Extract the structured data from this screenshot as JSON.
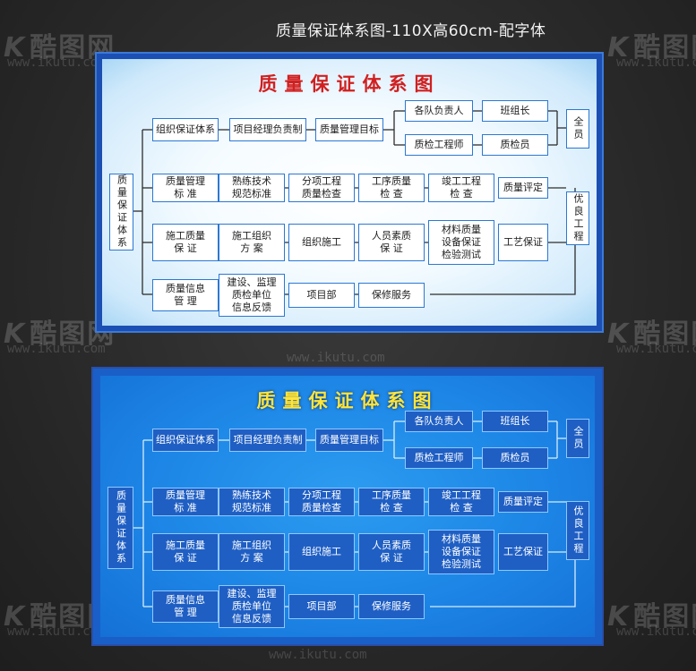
{
  "header": "质量保证体系图-110X高60cm-配字体",
  "watermark": {
    "brand": "酷图网",
    "url": "www.ikutu.com",
    "logo": "K"
  },
  "diagram": {
    "title": "质量保证体系图",
    "root": "质量保证体系",
    "row1": [
      "组织保证体系",
      "项目经理负责制",
      "质量管理目标"
    ],
    "row1_right_top": [
      "各队负责人",
      "班组长"
    ],
    "row1_right_bottom": [
      "质检工程师",
      "质检员"
    ],
    "full_staff": "全员",
    "row2": [
      "质量管理\n标    准",
      "熟练技术\n规范标准",
      "分项工程\n质量检查",
      "工序质量\n检    查",
      "竣工工程\n检    查",
      "质量评定"
    ],
    "row3": [
      "施工质量\n保    证",
      "施工组织\n方    案",
      "组织施工",
      "人员素质\n保    证",
      "材料质量\n设备保证\n检验测试",
      "工艺保证"
    ],
    "row4": [
      "质量信息\n管    理",
      "建设、监理\n质检单位\n信息反馈",
      "项目部",
      "保修服务"
    ],
    "excellent": "优良工程"
  }
}
